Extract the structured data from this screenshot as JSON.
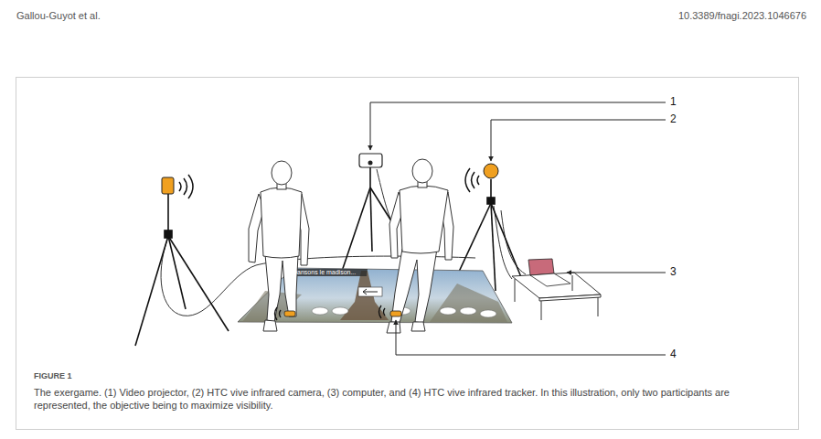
{
  "diagram": {
    "title": "FIGURE 1",
    "caption": "The exergame. (1) Video projector, (2) HTC vive infrared camera, (3) computer, and (4) HTC vive infrared tracker. In this illustration, only two participants are represented, the objective being to maximize visibility.",
    "labels": [
      "Gallou-Guyot et al.",
      "10.3389/fnagi.2023.1046676",
      "1",
      "2",
      "3",
      "4",
      "Dansons le madison..."
    ]
  }
}
